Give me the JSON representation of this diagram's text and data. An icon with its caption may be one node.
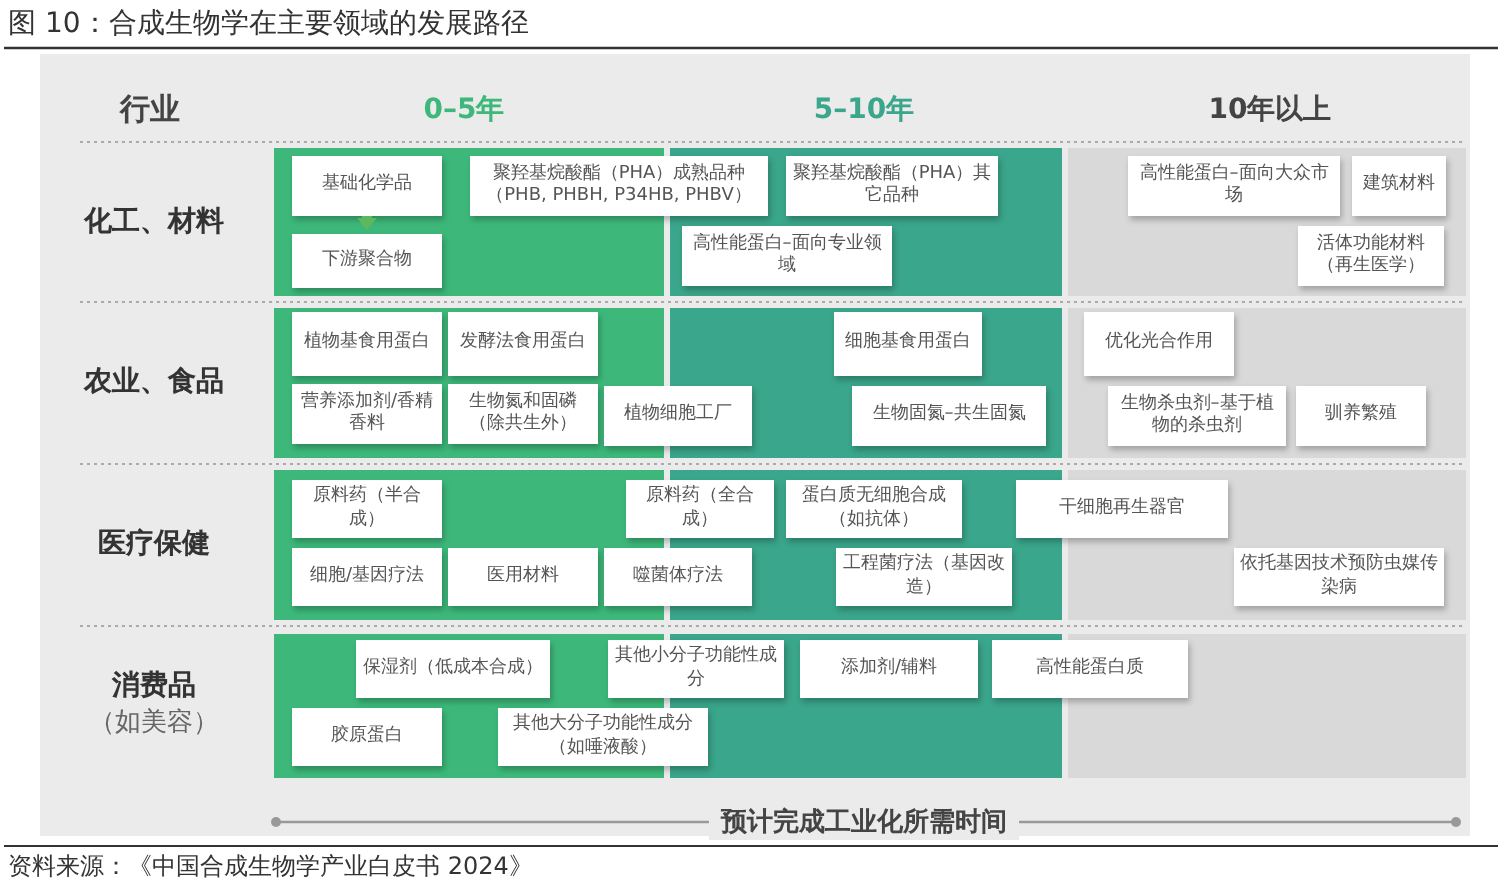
{
  "diagram": {
    "title": "图 10：合成生物学在主要领域的发展路径",
    "caption": "资料来源：《中国合成生物学产业白皮书 2024》",
    "nodes": [
      {
        "text": [
          "基础化学品"
        ]
      },
      {
        "text": [
          "聚羟基烷酸酯（PHA）成熟品种（PHB, PHBH, P34HB, PHBV）"
        ]
      },
      {
        "text": [
          "聚羟基烷酸酯（PHA）其它品种"
        ]
      },
      {
        "text": [
          "高性能蛋白–面向大众市场"
        ]
      },
      {
        "text": [
          "建筑材料"
        ]
      },
      {
        "text": [
          "下游聚合物"
        ]
      },
      {
        "text": [
          "高性能蛋白–面向专业领域"
        ]
      },
      {
        "text": [
          "活体功能材料（再生医学）"
        ]
      },
      {
        "text": [
          "植物基食用蛋白"
        ]
      },
      {
        "text": [
          "发酵法食用蛋白"
        ]
      },
      {
        "text": [
          "细胞基食用蛋白"
        ]
      },
      {
        "text": [
          "优化光合作用"
        ]
      },
      {
        "text": [
          "营养添加剂/香精香料"
        ]
      },
      {
        "text": [
          "生物氮和固磷（除共生外）"
        ]
      },
      {
        "text": [
          "植物细胞工厂"
        ]
      },
      {
        "text": [
          "生物固氮–共生固氮"
        ]
      },
      {
        "text": [
          "生物杀虫剂–基于植物的杀虫剂"
        ]
      },
      {
        "text": [
          "驯养繁殖"
        ]
      },
      {
        "text": [
          "原料药（半合成）"
        ]
      },
      {
        "text": [
          "原料药（全合成）"
        ]
      },
      {
        "text": [
          "蛋白质无细胞合成（如抗体）"
        ]
      },
      {
        "text": [
          "干细胞再生器官"
        ]
      },
      {
        "text": [
          "细胞/基因疗法"
        ]
      },
      {
        "text": [
          "医用材料"
        ]
      },
      {
        "text": [
          "噬菌体疗法"
        ]
      },
      {
        "text": [
          "工程菌疗法（基因改造）"
        ]
      },
      {
        "text": [
          "依托基因技术预防虫媒传染病"
        ]
      },
      {
        "text": [
          "保湿剂（低成本合成）"
        ]
      },
      {
        "text": [
          "其他小分子功能性成分"
        ]
      },
      {
        "text": [
          "添加剂/辅料"
        ]
      },
      {
        "text": [
          "高性能蛋白质"
        ]
      },
      {
        "text": [
          "胶原蛋白"
        ]
      },
      {
        "text": [
          "其他大分子功能性成分（如唾液酸）"
        ]
      }
    ],
    "edges": [
      {
        "from": 0,
        "to": 5,
        "arrow": "to"
      }
    ],
    "labels": [
      "行业",
      "0–5年",
      "5–10年",
      "10年以上",
      "化工、材料",
      "农业、食品",
      "医疗保健",
      "消费品",
      "（如美容）",
      "预计完成工业化所需时间"
    ]
  }
}
